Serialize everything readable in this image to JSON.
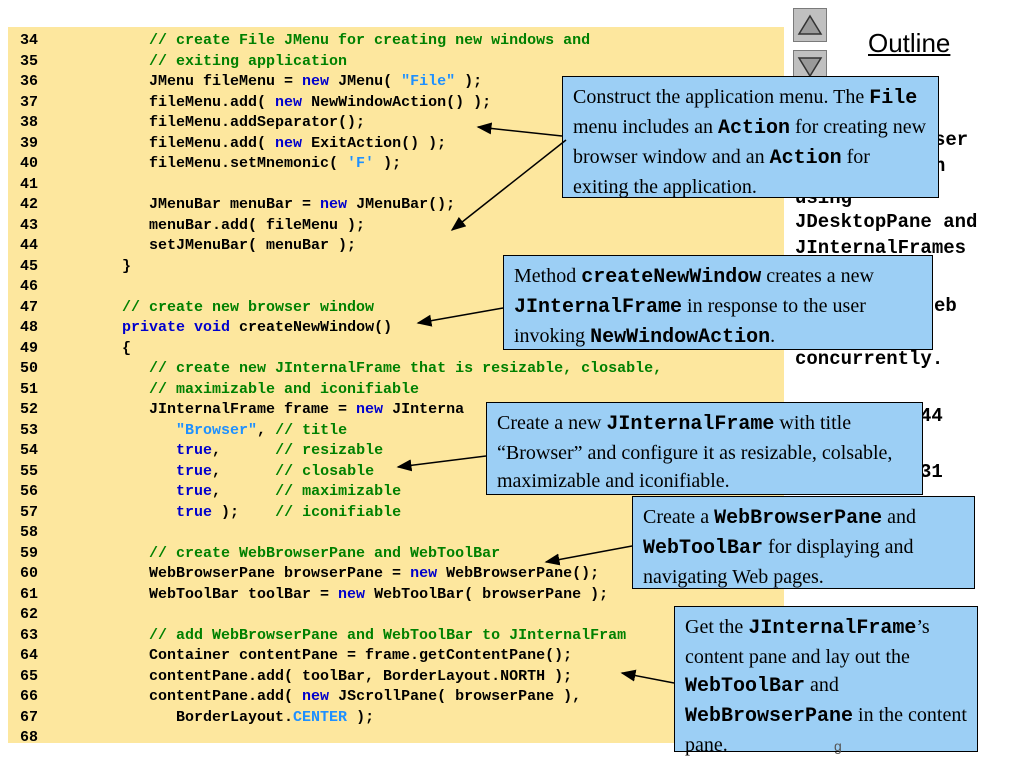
{
  "outline": {
    "title": "Outline"
  },
  "nav": {
    "up_icon": "triangle-up-icon",
    "down_icon": "triangle-down-icon"
  },
  "side_text": [
    "ser",
    "h",
    "using",
    "JDesktopPane and",
    "JInternalFrames",
    "eb",
    "concurrently.",
    "44",
    "31"
  ],
  "footer": {
    "text": "g"
  },
  "code_lines": [
    {
      "num": "34",
      "segs": [
        {
          "t": "         "
        },
        {
          "t": "// create File JMenu for creating new windows and",
          "c": "cm"
        }
      ]
    },
    {
      "num": "35",
      "segs": [
        {
          "t": "         "
        },
        {
          "t": "// exiting application",
          "c": "cm"
        }
      ]
    },
    {
      "num": "36",
      "segs": [
        {
          "t": "         JMenu fileMenu = "
        },
        {
          "t": "new",
          "c": "kw"
        },
        {
          "t": " JMenu( "
        },
        {
          "t": "\"File\"",
          "c": "st"
        },
        {
          "t": " );"
        }
      ]
    },
    {
      "num": "37",
      "segs": [
        {
          "t": "         fileMenu.add( "
        },
        {
          "t": "new",
          "c": "kw"
        },
        {
          "t": " NewWindowAction() );"
        }
      ]
    },
    {
      "num": "38",
      "segs": [
        {
          "t": "         fileMenu.addSeparator();"
        }
      ]
    },
    {
      "num": "39",
      "segs": [
        {
          "t": "         fileMenu.add( "
        },
        {
          "t": "new",
          "c": "kw"
        },
        {
          "t": " ExitAction() );"
        }
      ]
    },
    {
      "num": "40",
      "segs": [
        {
          "t": "         fileMenu.setMnemonic( "
        },
        {
          "t": "'F'",
          "c": "st"
        },
        {
          "t": " );"
        }
      ]
    },
    {
      "num": "41",
      "segs": [
        {
          "t": ""
        }
      ]
    },
    {
      "num": "42",
      "segs": [
        {
          "t": "         JMenuBar menuBar = "
        },
        {
          "t": "new",
          "c": "kw"
        },
        {
          "t": " JMenuBar();"
        }
      ]
    },
    {
      "num": "43",
      "segs": [
        {
          "t": "         menuBar.add( fileMenu );"
        }
      ]
    },
    {
      "num": "44",
      "segs": [
        {
          "t": "         setJMenuBar( menuBar );"
        }
      ]
    },
    {
      "num": "45",
      "segs": [
        {
          "t": "      }"
        }
      ]
    },
    {
      "num": "46",
      "segs": [
        {
          "t": ""
        }
      ]
    },
    {
      "num": "47",
      "segs": [
        {
          "t": "      "
        },
        {
          "t": "// create new browser window",
          "c": "cm"
        }
      ]
    },
    {
      "num": "48",
      "segs": [
        {
          "t": "      "
        },
        {
          "t": "private void",
          "c": "kw"
        },
        {
          "t": " createNewWindow()"
        }
      ]
    },
    {
      "num": "49",
      "segs": [
        {
          "t": "      {"
        }
      ]
    },
    {
      "num": "50",
      "segs": [
        {
          "t": "         "
        },
        {
          "t": "// create new JInternalFrame that is resizable, closable,",
          "c": "cm"
        }
      ]
    },
    {
      "num": "51",
      "segs": [
        {
          "t": "         "
        },
        {
          "t": "// maximizable and iconifiable",
          "c": "cm"
        }
      ]
    },
    {
      "num": "52",
      "segs": [
        {
          "t": "         JInternalFrame frame = "
        },
        {
          "t": "new",
          "c": "kw"
        },
        {
          "t": " JInterna"
        }
      ]
    },
    {
      "num": "53",
      "segs": [
        {
          "t": "            "
        },
        {
          "t": "\"Browser\"",
          "c": "st"
        },
        {
          "t": ", "
        },
        {
          "t": "// title",
          "c": "cm"
        }
      ]
    },
    {
      "num": "54",
      "segs": [
        {
          "t": "            "
        },
        {
          "t": "true",
          "c": "kw"
        },
        {
          "t": ",      "
        },
        {
          "t": "// resizable",
          "c": "cm"
        }
      ]
    },
    {
      "num": "55",
      "segs": [
        {
          "t": "            "
        },
        {
          "t": "true",
          "c": "kw"
        },
        {
          "t": ",      "
        },
        {
          "t": "// closable",
          "c": "cm"
        }
      ]
    },
    {
      "num": "56",
      "segs": [
        {
          "t": "            "
        },
        {
          "t": "true",
          "c": "kw"
        },
        {
          "t": ",      "
        },
        {
          "t": "// maximizable",
          "c": "cm"
        }
      ]
    },
    {
      "num": "57",
      "segs": [
        {
          "t": "            "
        },
        {
          "t": "true",
          "c": "kw"
        },
        {
          "t": " );    "
        },
        {
          "t": "// iconifiable",
          "c": "cm"
        }
      ]
    },
    {
      "num": "58",
      "segs": [
        {
          "t": ""
        }
      ]
    },
    {
      "num": "59",
      "segs": [
        {
          "t": "         "
        },
        {
          "t": "// create WebBrowserPane and WebToolBar",
          "c": "cm"
        }
      ]
    },
    {
      "num": "60",
      "segs": [
        {
          "t": "         WebBrowserPane browserPane = "
        },
        {
          "t": "new",
          "c": "kw"
        },
        {
          "t": " WebBrowserPane();"
        }
      ]
    },
    {
      "num": "61",
      "segs": [
        {
          "t": "         WebToolBar toolBar = "
        },
        {
          "t": "new",
          "c": "kw"
        },
        {
          "t": " WebToolBar( browserPane );"
        }
      ]
    },
    {
      "num": "62",
      "segs": [
        {
          "t": ""
        }
      ]
    },
    {
      "num": "63",
      "segs": [
        {
          "t": "         "
        },
        {
          "t": "// add WebBrowserPane and WebToolBar to JInternalFram",
          "c": "cm"
        }
      ]
    },
    {
      "num": "64",
      "segs": [
        {
          "t": "         Container contentPane = frame.getContentPane();"
        }
      ]
    },
    {
      "num": "65",
      "segs": [
        {
          "t": "         contentPane.add( toolBar, BorderLayout.NORTH );"
        }
      ]
    },
    {
      "num": "66",
      "segs": [
        {
          "t": "         contentPane.add( "
        },
        {
          "t": "new",
          "c": "kw"
        },
        {
          "t": " JScrollPane( browserPane ),"
        }
      ]
    },
    {
      "num": "67",
      "segs": [
        {
          "t": "            BorderLayout."
        },
        {
          "t": "CENTER",
          "c": "st"
        },
        {
          "t": " );"
        }
      ]
    },
    {
      "num": "68",
      "segs": [
        {
          "t": ""
        }
      ]
    }
  ],
  "callouts": [
    {
      "name": "callout-application-menu",
      "segs": [
        {
          "t": "Construct the application menu. The "
        },
        {
          "t": "File",
          "m": true
        },
        {
          "t": " menu includes an "
        },
        {
          "t": "Action",
          "m": true
        },
        {
          "t": " for creating new browser window and an "
        },
        {
          "t": "Action",
          "m": true
        },
        {
          "t": " for exiting the application."
        }
      ]
    },
    {
      "name": "callout-create-new-window",
      "segs": [
        {
          "t": "Method "
        },
        {
          "t": "createNewWindow",
          "m": true
        },
        {
          "t": " creates a new "
        },
        {
          "t": "JInternalFrame",
          "m": true
        },
        {
          "t": " in response to the user invoking "
        },
        {
          "t": "NewWindowAction",
          "m": true
        },
        {
          "t": "."
        }
      ]
    },
    {
      "name": "callout-internal-frame",
      "segs": [
        {
          "t": "Create a new "
        },
        {
          "t": "JInternalFrame",
          "m": true
        },
        {
          "t": " with title “Browser” and configure it as resizable, colsable, maximizable and iconifiable."
        }
      ]
    },
    {
      "name": "callout-browser-pane",
      "segs": [
        {
          "t": "Create a "
        },
        {
          "t": "WebBrowserPane",
          "m": true
        },
        {
          "t": " and "
        },
        {
          "t": "WebToolBar",
          "m": true
        },
        {
          "t": " for displaying and navigating Web pages."
        }
      ]
    },
    {
      "name": "callout-content-pane",
      "segs": [
        {
          "t": "Get the "
        },
        {
          "t": "JInternalFrame",
          "m": true
        },
        {
          "t": "’s content pane and lay out the "
        },
        {
          "t": "WebToolBar",
          "m": true
        },
        {
          "t": " and "
        },
        {
          "t": "WebBrowserPane",
          "m": true
        },
        {
          "t": " in the content pane."
        }
      ]
    }
  ]
}
